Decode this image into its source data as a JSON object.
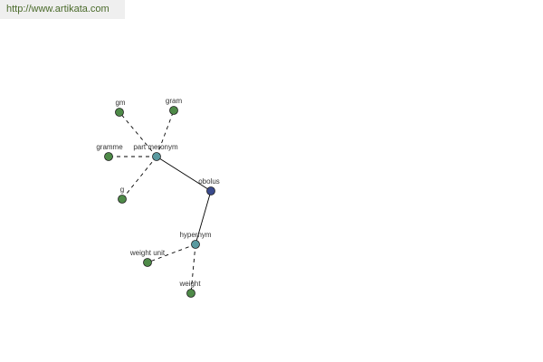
{
  "header": {
    "url": "http://www.artikata.com"
  },
  "colors": {
    "leaf_node": "#4e8a48",
    "relation_node": "#5a9aa0",
    "root_node": "#3a4a8c",
    "edge": "#000000"
  },
  "nodes": [
    {
      "id": "gm",
      "label": "gm",
      "kind": "leaf"
    },
    {
      "id": "gram",
      "label": "gram",
      "kind": "leaf"
    },
    {
      "id": "gramme",
      "label": "gramme",
      "kind": "leaf"
    },
    {
      "id": "part_meronym",
      "label": "part meronym",
      "kind": "relation"
    },
    {
      "id": "g",
      "label": "g",
      "kind": "leaf"
    },
    {
      "id": "obolus",
      "label": "obolus",
      "kind": "root"
    },
    {
      "id": "hypernym",
      "label": "hypernym",
      "kind": "relation"
    },
    {
      "id": "weight_unit",
      "label": "weight unit",
      "kind": "leaf"
    },
    {
      "id": "weight",
      "label": "weight",
      "kind": "leaf"
    }
  ],
  "edges": [
    {
      "from": "part_meronym",
      "to": "gm",
      "style": "dashed"
    },
    {
      "from": "part_meronym",
      "to": "gram",
      "style": "dashed"
    },
    {
      "from": "part_meronym",
      "to": "gramme",
      "style": "dashed"
    },
    {
      "from": "part_meronym",
      "to": "g",
      "style": "dashed"
    },
    {
      "from": "part_meronym",
      "to": "obolus",
      "style": "solid"
    },
    {
      "from": "obolus",
      "to": "hypernym",
      "style": "solid"
    },
    {
      "from": "hypernym",
      "to": "weight_unit",
      "style": "dashed"
    },
    {
      "from": "hypernym",
      "to": "weight",
      "style": "dashed"
    }
  ]
}
